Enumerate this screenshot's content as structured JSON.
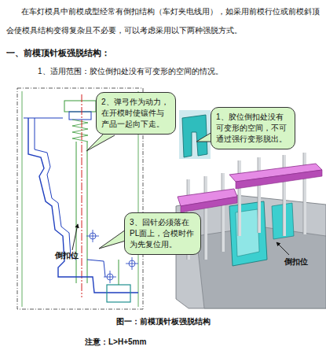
{
  "diagram": {
    "title": "一、前模顶针板强脱结构：",
    "caption": "图一：前模顶针板强脱结构",
    "nodes": [
      {
        "text": [
          "2、弹弓作为动力，在开模时使镶件与产品一起向下走。"
        ]
      },
      {
        "text": [
          "1、胶位倒扣处没有可变形的空间，不可通过强行变形脱出。"
        ]
      },
      {
        "text": [
          "3、回针必须落在PL面上，合模时作为先复位用。"
        ]
      }
    ],
    "labels": [
      "在车灯模具中前模成型经常有倒扣结构（车灯夹电线用），如采用前模行位或前模斜顶会使模具结构变得复杂且不必要，可以考虑采用以下两种强脱方式。",
      "1、适用范围：胶位倒扣处没有可变形的空间的情况。",
      "倒扣位",
      "倒扣位",
      "注意：L>H+5mm"
    ]
  }
}
